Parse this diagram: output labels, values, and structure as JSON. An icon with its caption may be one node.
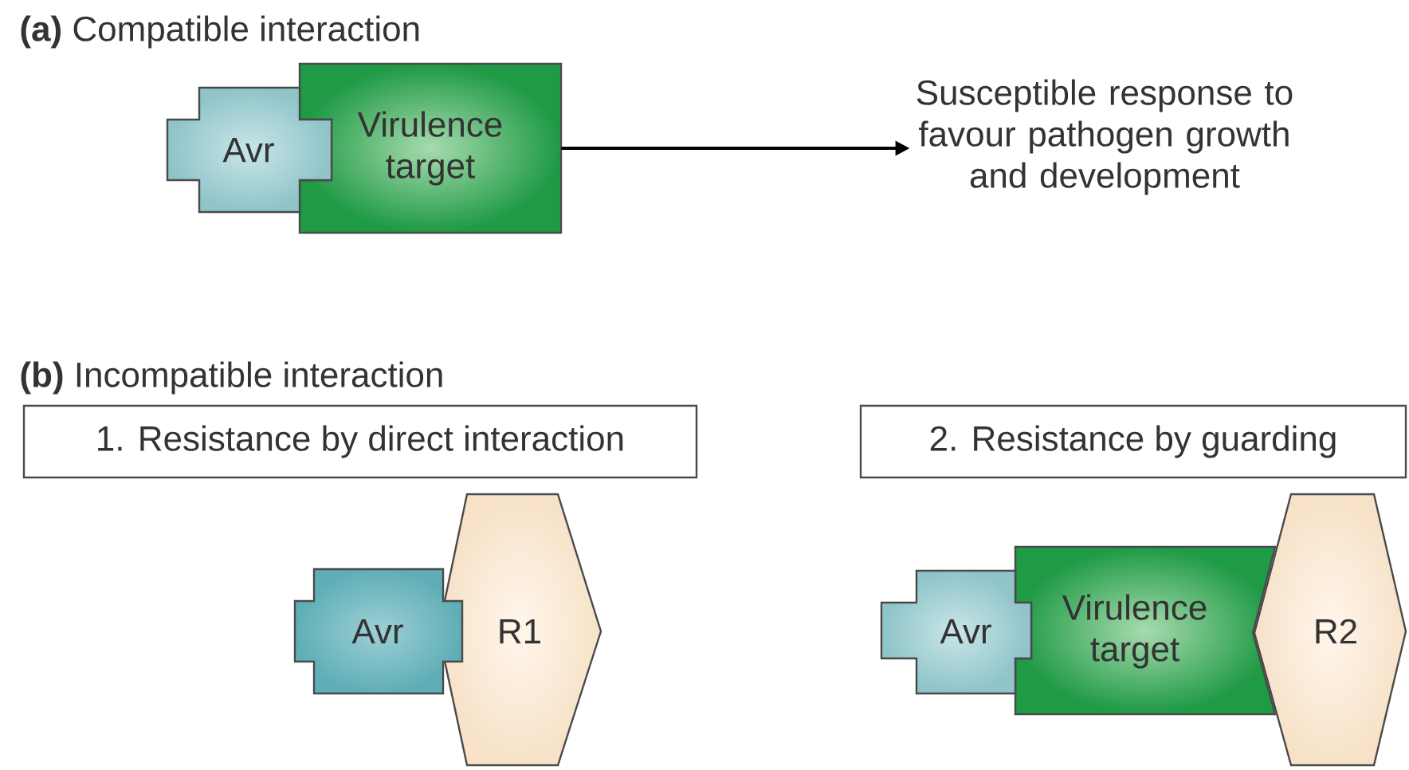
{
  "diagram": {
    "nodes": [
      {
        "text": [
          "Avr"
        ]
      },
      {
        "text": [
          "Virulence target"
        ]
      },
      {
        "text": [
          "Susceptible response to favour pathogen growth and development"
        ]
      },
      {
        "text": [
          "1. Resistance by direct interaction"
        ]
      },
      {
        "text": [
          "Avr"
        ]
      },
      {
        "text": [
          "R1"
        ]
      },
      {
        "text": [
          "2. Resistance by guarding"
        ]
      },
      {
        "text": [
          "Avr"
        ]
      },
      {
        "text": [
          "Virulence target"
        ]
      },
      {
        "text": [
          "R2"
        ]
      }
    ],
    "edges": [
      {
        "from": 1,
        "to": 2,
        "arrow": "to"
      }
    ],
    "labels": [
      "**(a)** Compatible interaction",
      "**(b)** Incompatible interaction"
    ]
  }
}
